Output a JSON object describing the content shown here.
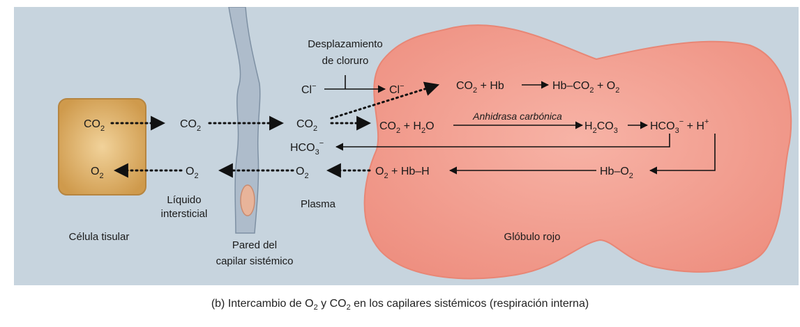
{
  "labels": {
    "tissue_cell": "Célula tisular",
    "interstitial_line1": "Líquido",
    "interstitial_line2": "intersticial",
    "capillary_wall_line1": "Pared del",
    "capillary_wall_line2": "capilar sistémico",
    "plasma": "Plasma",
    "red_blood_cell": "Glóbulo rojo",
    "chloride_shift_line1": "Desplazamiento",
    "chloride_shift_line2": "de cloruro",
    "enzyme": "Anhidrasa carbónica"
  },
  "species": {
    "co2": [
      "CO",
      "2"
    ],
    "o2": [
      "O",
      "2"
    ],
    "cl": [
      "Cl",
      "−"
    ],
    "hco3": [
      "HCO",
      "3",
      "−"
    ],
    "h2co3": [
      "H",
      "2",
      "CO",
      "3"
    ],
    "h2o": [
      "H",
      "2",
      "O"
    ],
    "hb": "Hb",
    "hb_h": "Hb–H",
    "hb_co2": [
      "Hb–CO",
      "2"
    ],
    "hb_o2": [
      "Hb–O",
      "2"
    ],
    "h_plus": [
      "H",
      "+"
    ],
    "plus": "+"
  },
  "caption": {
    "pre": "(b) Intercambio de O",
    "sub1": "2",
    "mid": " y CO",
    "sub2": "2",
    "post": " en los capilares sistémicos (respiración interna)"
  },
  "colors": {
    "background": "#c7d4de",
    "tissue_cell": "#d7a75e",
    "red_blood_cell": "#f4a596",
    "capillary_wall": "#a9b7c4"
  }
}
